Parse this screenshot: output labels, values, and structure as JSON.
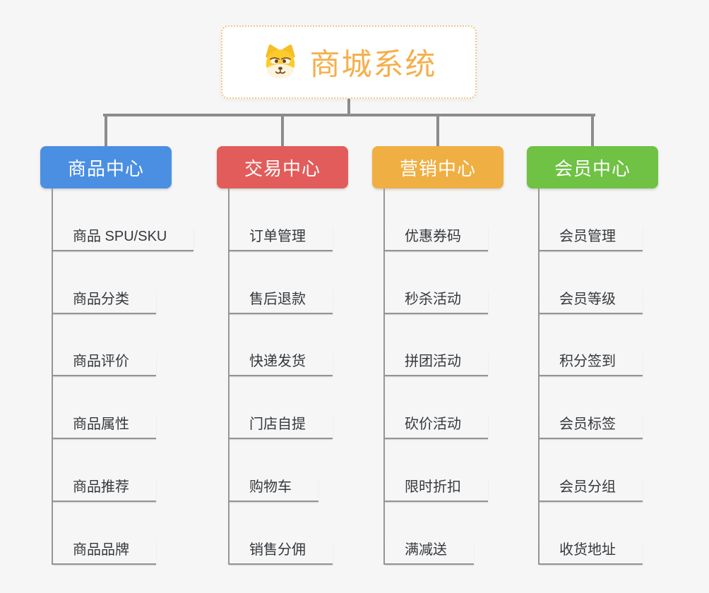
{
  "page": {
    "background": "#f6f6f6"
  },
  "root": {
    "title": "商城系统",
    "text_color": "#f5af4c",
    "border_color": "#f2c87e",
    "icon": "dog-face"
  },
  "colors": {
    "connector": "#8c8c8c",
    "stem": "#979797",
    "item_text": "#35383c"
  },
  "branches": [
    {
      "label": "商品中心",
      "color": "#4b8fe3",
      "items": [
        "商品 SPU/SKU",
        "商品分类",
        "商品评价",
        "商品属性",
        "商品推荐",
        "商品品牌"
      ]
    },
    {
      "label": "交易中心",
      "color": "#e25c5b",
      "items": [
        "订单管理",
        "售后退款",
        "快递发货",
        "门店自提",
        "购物车",
        "销售分佣"
      ]
    },
    {
      "label": "营销中心",
      "color": "#efaf42",
      "items": [
        "优惠券码",
        "秒杀活动",
        "拼团活动",
        "砍价活动",
        "限时折扣",
        "满减送"
      ]
    },
    {
      "label": "会员中心",
      "color": "#6fc244",
      "items": [
        "会员管理",
        "会员等级",
        "积分签到",
        "会员标签",
        "会员分组",
        "收货地址"
      ]
    }
  ]
}
